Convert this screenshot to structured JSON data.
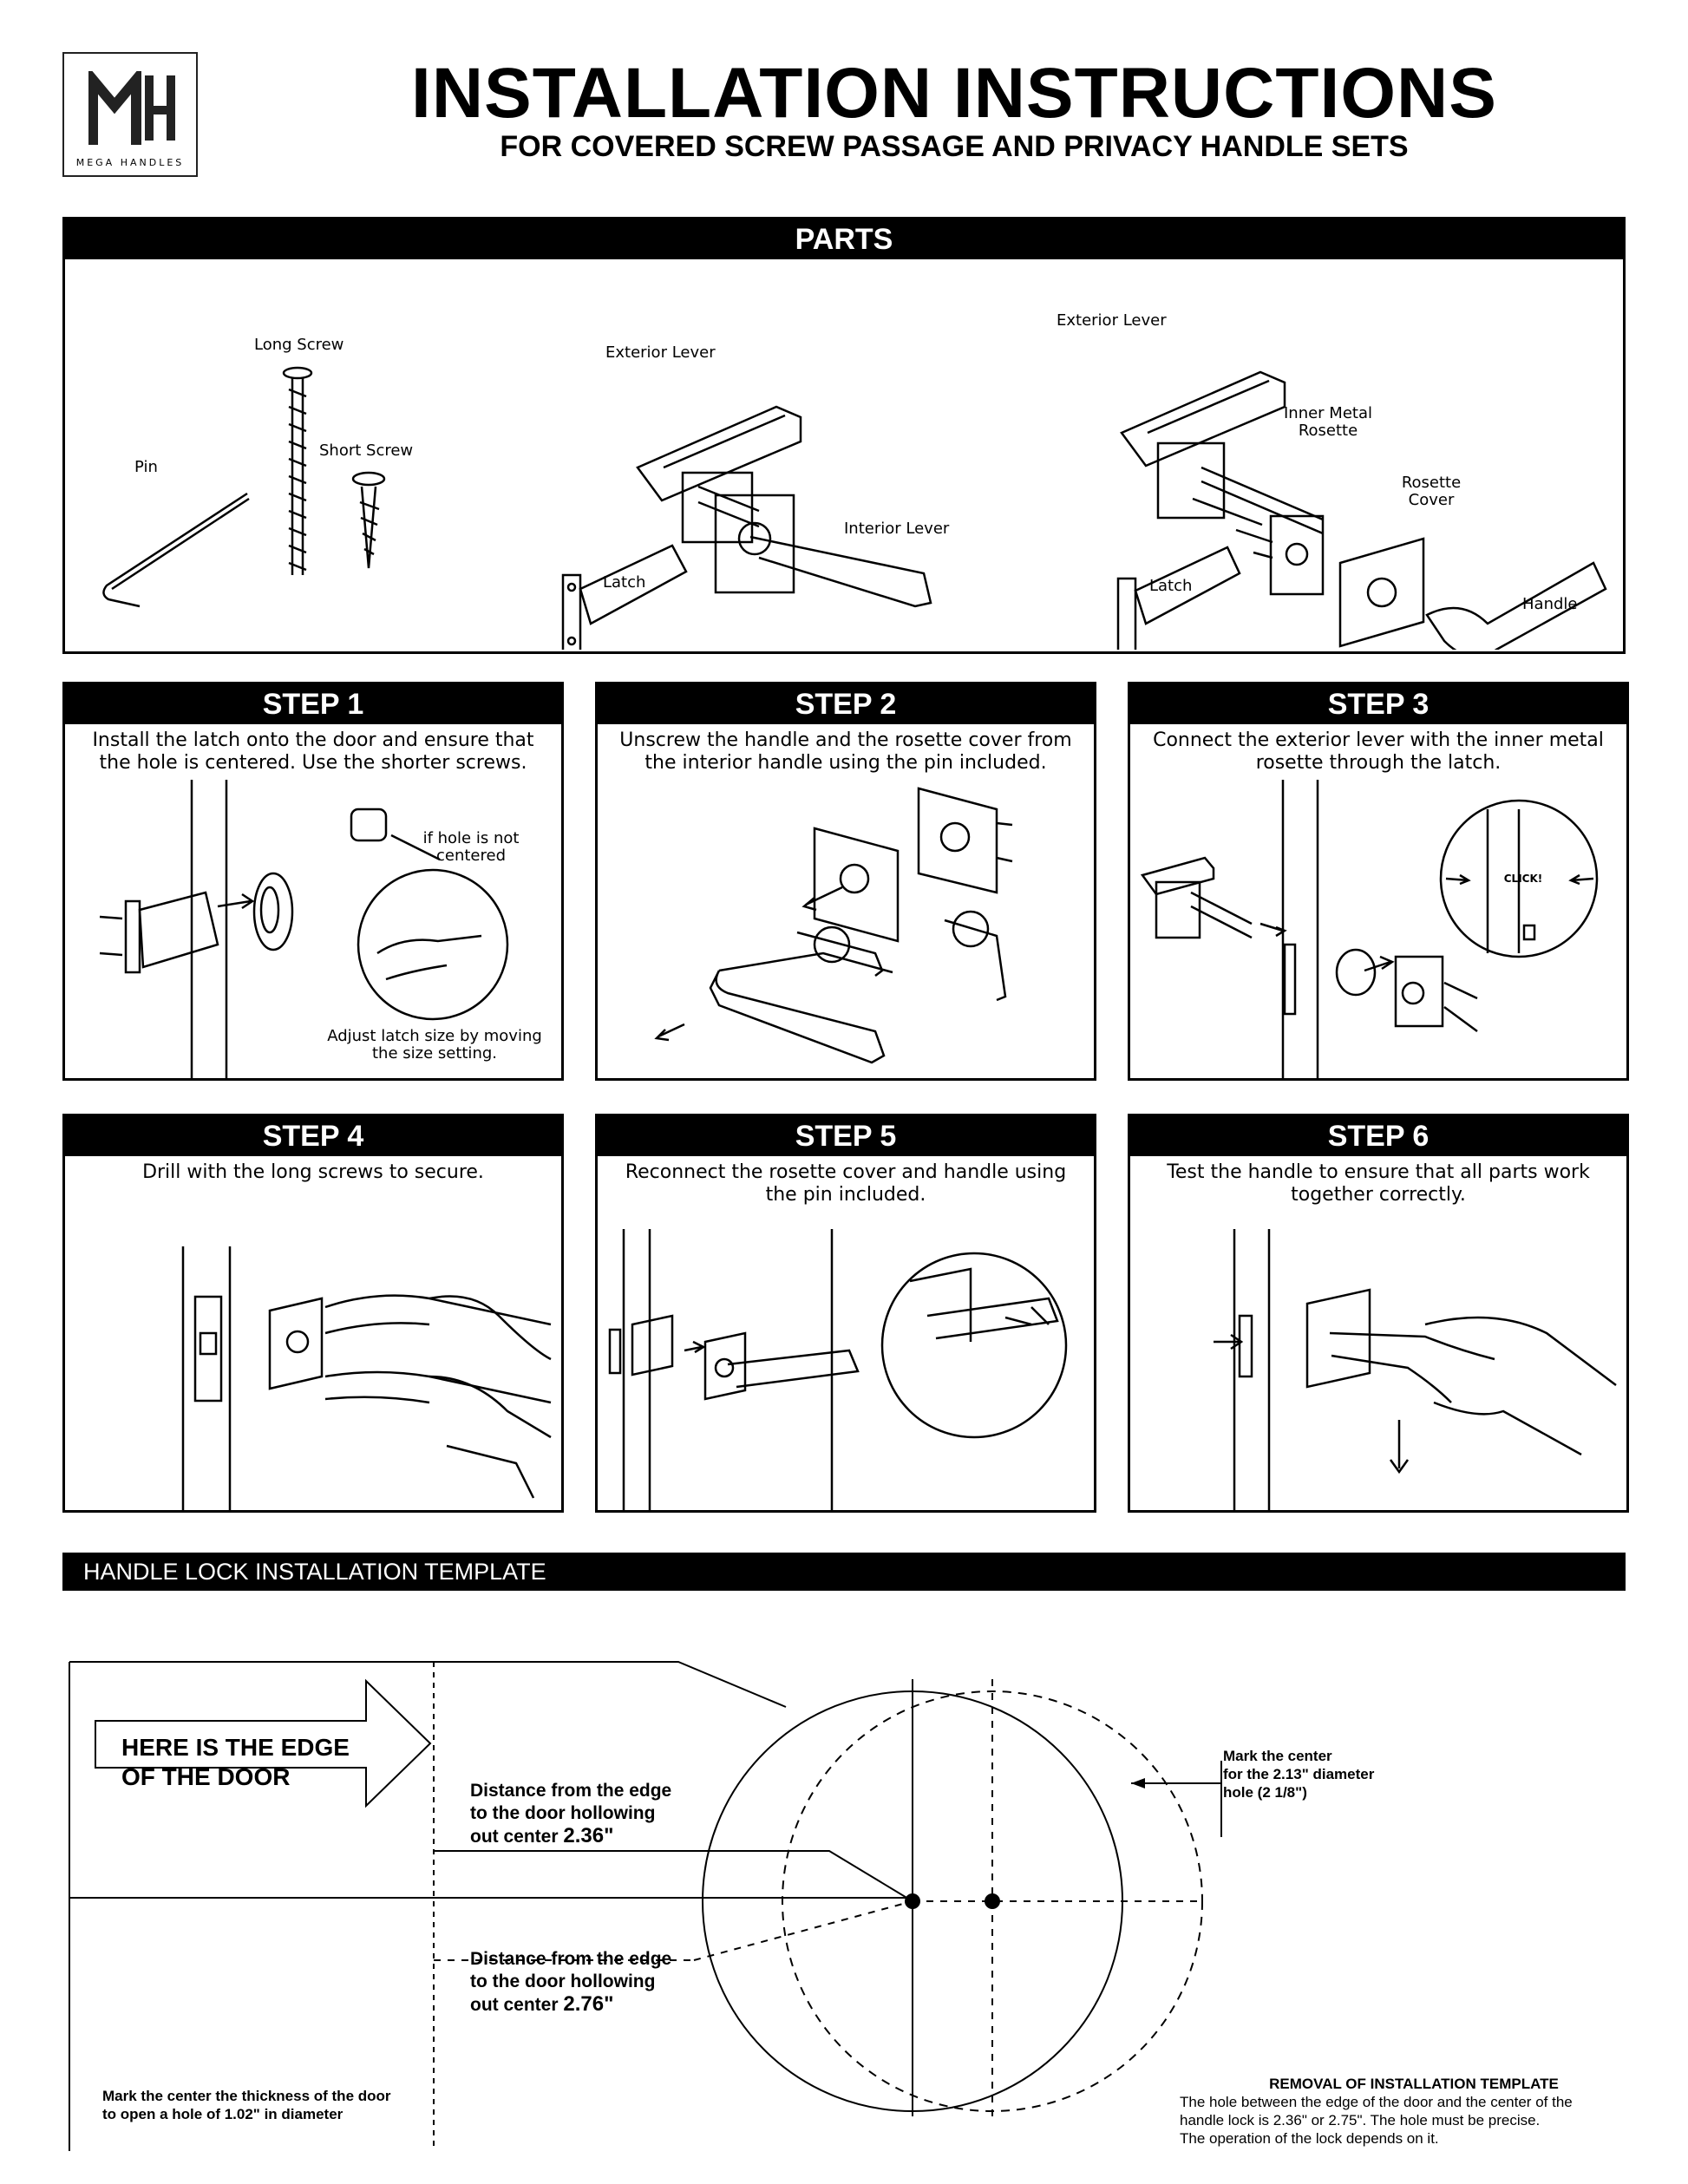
{
  "header": {
    "logo_brand": "MEGA HANDLES",
    "title": "INSTALLATION INSTRUCTIONS",
    "subtitle": "FOR COVERED SCREW PASSAGE AND PRIVACY HANDLE SETS"
  },
  "parts": {
    "heading": "PARTS",
    "labels": {
      "long_screw": "Long Screw",
      "short_screw": "Short Screw",
      "pin": "Pin",
      "exterior_lever_a": "Exterior Lever",
      "interior_lever": "Interior Lever",
      "latch_a": "Latch",
      "exterior_lever_b": "Exterior Lever",
      "inner_metal_rosette": "Inner Metal Rosette",
      "rosette_cover": "Rosette Cover",
      "latch_b": "Latch",
      "handle": "Handle"
    }
  },
  "steps": [
    {
      "title": "STEP 1",
      "text": "Install the latch onto the door and ensure that the hole is centered. Use the shorter screws.",
      "note_a": "if hole is not centered",
      "note_b": "Adjust latch size by moving the size setting."
    },
    {
      "title": "STEP 2",
      "text": "Unscrew the handle and the rosette cover from the interior handle using the pin included."
    },
    {
      "title": "STEP 3",
      "text": "Connect the exterior lever with the inner metal rosette through the latch.",
      "note_a": "CLICK!"
    },
    {
      "title": "STEP 4",
      "text": "Drill with the long screws to secure."
    },
    {
      "title": "STEP 5",
      "text": "Reconnect the rosette cover and handle using the pin included."
    },
    {
      "title": "STEP 6",
      "text": "Test the handle to ensure that all parts work together correctly."
    }
  ],
  "template": {
    "heading": "HANDLE LOCK INSTALLATION TEMPLATE",
    "edge_line1": "HERE IS THE EDGE",
    "edge_line2": "OF THE DOOR",
    "dist_a_1": "Distance from the edge",
    "dist_a_2": "to the door hollowing",
    "dist_a_3": "out center",
    "dist_a_val": "2.36\"",
    "dist_b_1": "Distance from the edge",
    "dist_b_2": "to the door hollowing",
    "dist_b_3": "out center",
    "dist_b_val": "2.76\"",
    "mark_1": "Mark the center",
    "mark_2": "for the 2.13\" diameter",
    "mark_3": "hole (2 1/8\")",
    "thick_1": "Mark the center the thickness of the door",
    "thick_2": "to open a hole of 1.02\" in diameter",
    "removal_title": "REMOVAL OF INSTALLATION TEMPLATE",
    "removal_1": "The hole between the edge of the door and the center of the",
    "removal_2": "handle lock is 2.36\" or 2.75\". The hole must be precise.",
    "removal_3": "The operation of the lock depends on it."
  }
}
